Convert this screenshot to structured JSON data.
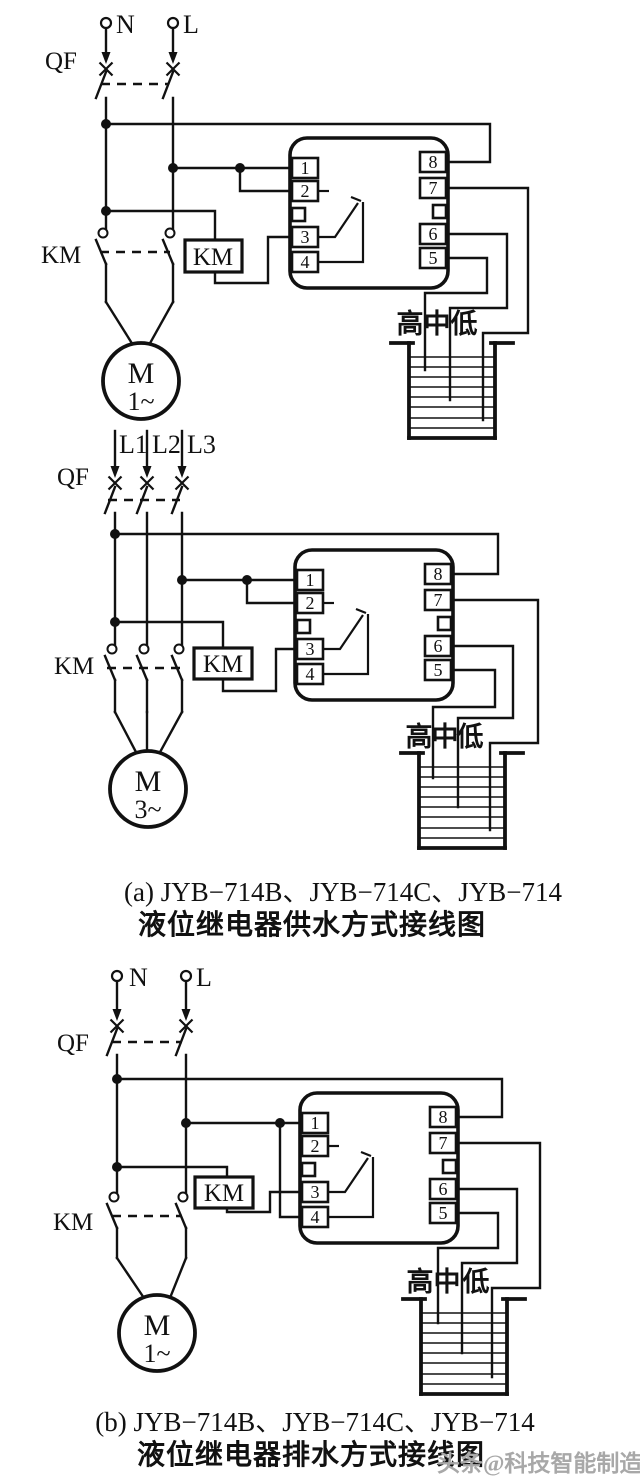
{
  "colors": {
    "ink": "#111111",
    "watermark_gray": "#a8a8a8",
    "background": "#ffffff"
  },
  "chip": {
    "pins_left": [
      "1",
      "2",
      "3",
      "4"
    ],
    "pins_right": [
      "8",
      "7",
      "6",
      "5"
    ]
  },
  "probes": {
    "high": "高",
    "mid": "中",
    "low": "低"
  },
  "diagrams": {
    "a": {
      "phase_labels": [
        "N",
        "L"
      ],
      "breaker": "QF",
      "contactor": "KM",
      "coil": "KM",
      "motor_symbol": "M",
      "motor_phase": "1~"
    },
    "b": {
      "phase_labels": [
        "L1",
        "L2",
        "L3"
      ],
      "breaker": "QF",
      "contactor": "KM",
      "coil": "KM",
      "motor_symbol": "M",
      "motor_phase": "3~"
    },
    "c": {
      "phase_labels": [
        "N",
        "L"
      ],
      "breaker": "QF",
      "contactor": "KM",
      "coil": "KM",
      "motor_symbol": "M",
      "motor_phase": "1~"
    }
  },
  "captions": {
    "a_line1": "(a) JYB−714B、JYB−714C、JYB−714",
    "a_line2": "液位继电器供水方式接线图",
    "b_line1": "(b) JYB−714B、JYB−714C、JYB−714",
    "b_line2": "液位继电器排水方式接线图"
  },
  "watermark": "头条@科技智能制造"
}
